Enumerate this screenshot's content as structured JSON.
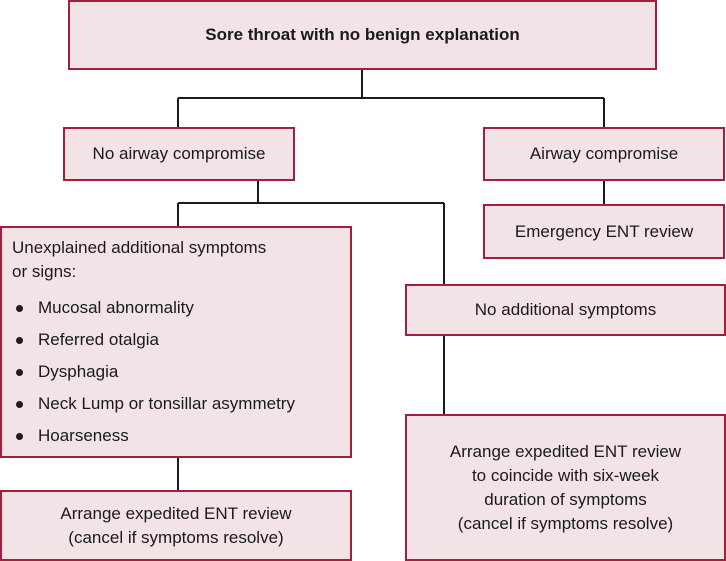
{
  "nodes": {
    "root": "Sore throat with no benign explanation",
    "no_airway": "No airway compromise",
    "airway": "Airway compromise",
    "emergency": "Emergency ENT review",
    "unexplained": {
      "heading_line1": "Unexplained additional symptoms",
      "heading_line2": "or signs:",
      "items": [
        "Mucosal abnormality",
        "Referred otalgia",
        "Dysphagia",
        "Neck Lump or tonsillar asymmetry",
        "Hoarseness"
      ]
    },
    "no_additional": "No additional symptoms",
    "expedited_cancel": {
      "line1": "Arrange expedited ENT review",
      "line2": "(cancel if symptoms resolve)"
    },
    "expedited_sixweek": {
      "line1": "Arrange expedited ENT review",
      "line2": "to coincide with six-week",
      "line3": "duration of symptoms",
      "line4": "(cancel if symptoms resolve)"
    }
  },
  "colors": {
    "box_fill": "#f1e3e6",
    "box_border": "#a31f3d",
    "connector": "#1a1a1a"
  }
}
